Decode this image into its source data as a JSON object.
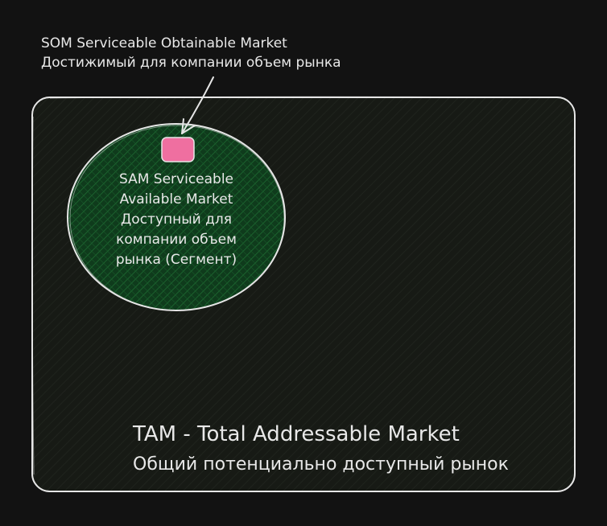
{
  "som": {
    "line1": "SOM Serviceable Obtainable Market",
    "line2": "Достижимый для компании объем рынка"
  },
  "sam": {
    "lines": [
      "SAM Serviceable",
      "Available Market",
      "Доступный для",
      "компании объем",
      "рынка (Сегмент)"
    ]
  },
  "tam": {
    "line1": "TAM - Total Addressable Market",
    "line2": "Общий потенциально доступный рынок"
  },
  "colors": {
    "background": "#121212",
    "stroke": "#e6e6e6",
    "tam_fill": "#171a15",
    "sam_fill": "#0f3b1c",
    "sam_hatch": "#1e6b32",
    "som_fill": "#ef6fa0"
  }
}
